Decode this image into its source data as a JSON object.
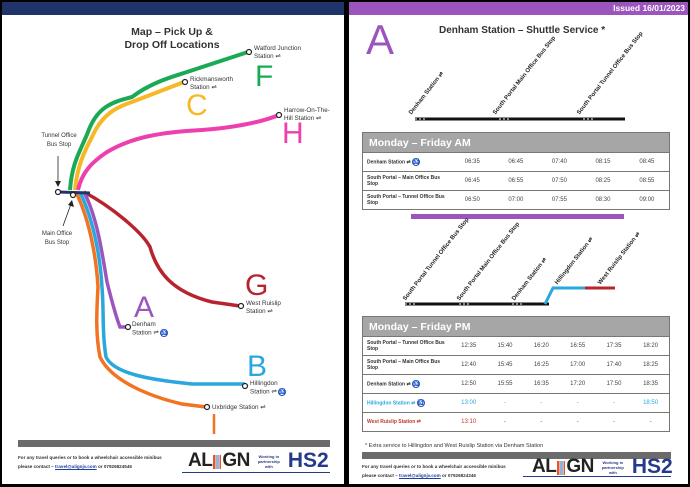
{
  "left_page": {
    "title_line1": "Map – Pick Up &",
    "title_line2": "Drop Off Locations",
    "hub": {
      "tunnel_office_line1": "Tunnel Office",
      "tunnel_office_line2": "Bus Stop",
      "main_office_line1": "Main Office",
      "main_office_line2": "Bus Stop"
    },
    "routes": [
      {
        "letter": "F",
        "color": "#1aaa55",
        "station_line1": "Watford Junction",
        "station_line2": "Station ⇌"
      },
      {
        "letter": "C",
        "color": "#f7b825",
        "station_line1": "Rickmansworth",
        "station_line2": "Station ⇌"
      },
      {
        "letter": "H",
        "color": "#ee3fae",
        "station_line1": "Harrow-On-The-",
        "station_line2": "Hill Station ⇌"
      },
      {
        "letter": "G",
        "color": "#b8242e",
        "station_line1": "West Ruislip",
        "station_line2": "Station ⇌"
      },
      {
        "letter": "A",
        "color": "#9b55bd",
        "station_line1": "Denham",
        "station_line2": "Station ⇌"
      },
      {
        "letter": "B",
        "color": "#2aa7dd",
        "station_line1": "Hillingdon",
        "station_line2": "Station ⇌"
      },
      {
        "letter": "I",
        "color": "#f27321",
        "station_line1": "Uxbridge Station ⇌",
        "station_line2": ""
      }
    ],
    "footer": {
      "contact_line1": "For any travel queries or to book a wheelchair accessible minibus",
      "contact_prefix": "please contact – ",
      "email": "travel@alignjv.com",
      "contact_suffix": " or 07926824546",
      "logo_align": "AL",
      "logo_align_end": "GN",
      "partner_text": "Working in partnership with",
      "logo_hs2": "HS2"
    }
  },
  "right_page": {
    "issued": "Issued 16/01/2023",
    "route_letter": "A",
    "title": "Denham Station – Shuttle Service *",
    "am_line_stops": [
      "Denham Station ⇌",
      "South Portal Main Office Bus Stop",
      "South Portal Tunnel Office Bus Stop"
    ],
    "am_table": {
      "header": "Monday – Friday AM",
      "rows": [
        {
          "label": "Denham Station ⇌",
          "wheelchair": true,
          "times": [
            "06:35",
            "06:45",
            "07:40",
            "08:15",
            "08:45"
          ]
        },
        {
          "label": "South Portal – Main Office Bus Stop",
          "wheelchair": false,
          "times": [
            "06:45",
            "06:55",
            "07:50",
            "08:25",
            "08:55"
          ]
        },
        {
          "label": "South Portal – Tunnel Office Bus Stop",
          "wheelchair": false,
          "times": [
            "06:50",
            "07:00",
            "07:55",
            "08:30",
            "09:00"
          ]
        }
      ]
    },
    "pm_line_stops": [
      "South Portal Tunnel Office Bus Stop",
      "South Portal Main Office Bus Stop",
      "Denham Station ⇌",
      "Hillingdon Station ⇌",
      "West Ruislip Station ⇌"
    ],
    "pm_table": {
      "header": "Monday – Friday PM",
      "rows": [
        {
          "label": "South Portal – Tunnel Office Bus Stop",
          "style": "",
          "times": [
            "12:35",
            "15:40",
            "16:20",
            "16:55",
            "17:35",
            "18:20"
          ]
        },
        {
          "label": "South Portal – Main Office Bus Stop",
          "style": "",
          "times": [
            "12:40",
            "15:45",
            "16:25",
            "17:00",
            "17:40",
            "18:25"
          ]
        },
        {
          "label": "Denham Station ⇌",
          "style": "",
          "wheelchair": true,
          "times": [
            "12:50",
            "15:55",
            "16:35",
            "17:20",
            "17:50",
            "18:35"
          ]
        },
        {
          "label": "Hillingdon Station ⇌",
          "style": "blue",
          "wheelchair": true,
          "times": [
            "13:00",
            "-",
            "-",
            "-",
            "-",
            "18:50"
          ]
        },
        {
          "label": "West Ruislip Station ⇌",
          "style": "red",
          "times": [
            "13:10",
            "-",
            "-",
            "-",
            "-",
            "-"
          ]
        }
      ]
    },
    "footnote": "* Extra service to Hillingdon and West Ruislip Station via Denham Station",
    "footer": {
      "contact_line1": "For any travel queries or to book a wheelchair accessible minibus",
      "contact_prefix": "please contact – ",
      "email": "travel@alignjv.com",
      "contact_suffix": " or 07926824346",
      "logo_align": "AL",
      "logo_align_end": "GN",
      "partner_text": "Working in partnership with",
      "logo_hs2": "HS2"
    }
  },
  "colors": {
    "navy": "#1f3468",
    "purple": "#9b55bd",
    "table_header": "#a6a6a6",
    "footer_bar": "#6b6b6b"
  }
}
